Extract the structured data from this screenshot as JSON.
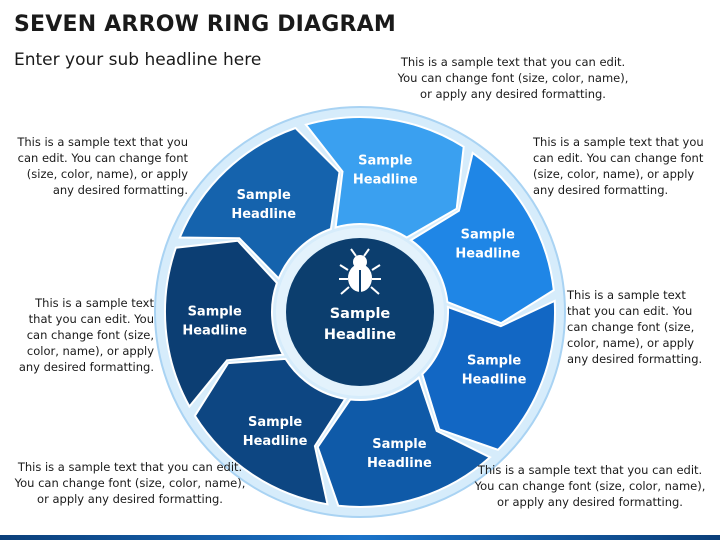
{
  "title": "SEVEN ARROW RING DIAGRAM",
  "subtitle": "Enter your sub headline here",
  "center": {
    "label_line1": "Sample",
    "label_line2": "Headline",
    "icon": "bug-icon"
  },
  "segments": [
    {
      "line1": "Sample",
      "line2": "Headline",
      "color": "#3aa0f0"
    },
    {
      "line1": "Sample",
      "line2": "Headline",
      "color": "#1f86e6"
    },
    {
      "line1": "Sample",
      "line2": "Headline",
      "color": "#1267c4"
    },
    {
      "line1": "Sample",
      "line2": "Headline",
      "color": "#0f5aa8"
    },
    {
      "line1": "Sample",
      "line2": "Headline",
      "color": "#0d4682"
    },
    {
      "line1": "Sample",
      "line2": "Headline",
      "color": "#0c3e73"
    },
    {
      "line1": "Sample",
      "line2": "Headline",
      "color": "#1563ad"
    }
  ],
  "notes": {
    "top_right": [
      "This is a sample text that you can edit.",
      "You can change font (size, color, name),",
      "or apply any desired formatting."
    ],
    "right_upper": [
      "This is a sample text that you",
      "can edit. You can change font",
      "(size, color, name), or apply",
      "any desired formatting."
    ],
    "right_middle": [
      "This is a sample text",
      "that you can edit. You",
      "can change font (size,",
      "color, name), or apply",
      "any desired formatting."
    ],
    "bottom_right": [
      "This is a sample text that you can edit.",
      "You can change font (size, color, name),",
      "or apply any desired formatting."
    ],
    "bottom_left": [
      "This is a sample text that you can edit.",
      "You can change font (size, color, name),",
      "or apply any desired formatting."
    ],
    "left_middle": [
      "This is a sample text",
      "that you can edit. You",
      "can change font (size,",
      "color, name), or apply",
      "any desired formatting."
    ],
    "left_upper": [
      "This is a sample text that you",
      "can edit. You can change font",
      "(size, color, name), or apply",
      "any desired formatting."
    ]
  },
  "colors": {
    "ring_outer": "#d6ecfb",
    "ring_outer_stroke": "#a9d3f3",
    "hub_fill": "#0c3e6e",
    "hub_ring": "#e3f2fc"
  }
}
